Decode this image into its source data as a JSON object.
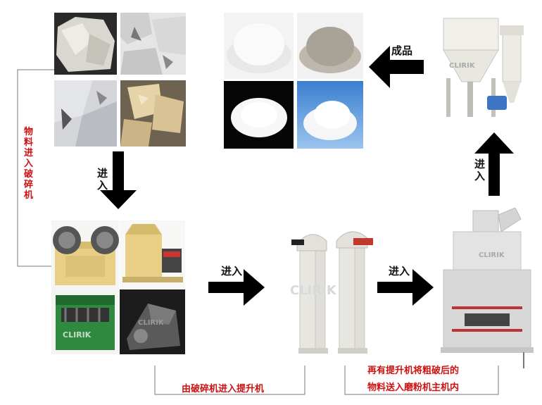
{
  "labels": {
    "into_crusher": [
      "物",
      "料",
      "进",
      "入",
      "破",
      "碎",
      "机"
    ],
    "enter_1": [
      "进",
      "入"
    ],
    "enter_2": "进入",
    "enter_3": "进入",
    "enter_4": [
      "进",
      "入"
    ],
    "product": "成品",
    "crusher_to_elevator": "由破碎机进入提升机",
    "elevator_to_mill_line1": "再有提升机将粗破后的",
    "elevator_to_mill_line2": "物料送入磨粉机主机内"
  },
  "watermark": "CLIRIK",
  "colors": {
    "arrow": "#000000",
    "caption_red": "#cc1111",
    "connector_line": "#777777",
    "machine_yellow": "#e9cf85",
    "machine_green": "#2e8a3e",
    "machine_grey": "#dcdcdc"
  }
}
